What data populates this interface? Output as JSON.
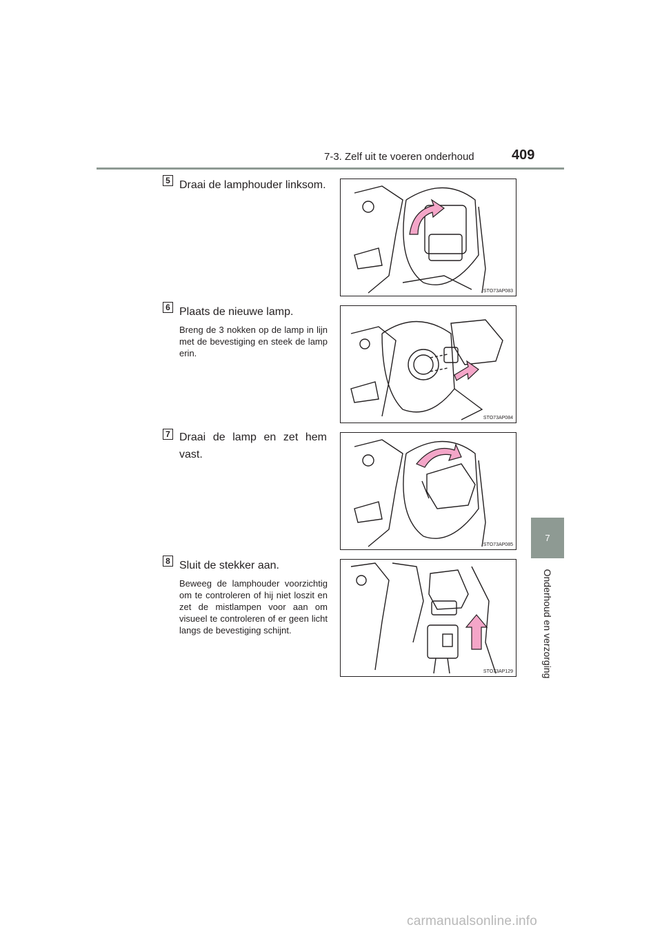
{
  "header": {
    "section": "7-3. Zelf uit te voeren onderhoud",
    "page_number": "409"
  },
  "side_tab": {
    "chapter": "7",
    "chapter_title": "Onderhoud en verzorging"
  },
  "steps": [
    {
      "number": "5",
      "title": "Draai de lamphouder linksom.",
      "body": "",
      "figure_code": "STO73AP083"
    },
    {
      "number": "6",
      "title": "Plaats de nieuwe lamp.",
      "body": "Breng de 3 nokken op de lamp in lijn met de bevestiging en steek de lamp erin.",
      "figure_code": "STO73AP084"
    },
    {
      "number": "7",
      "title": "Draai de lamp en zet hem vast.",
      "body": "",
      "figure_code": "STO73AP085"
    },
    {
      "number": "8",
      "title": "Sluit de stekker aan.",
      "body": "Beweeg de lamphouder voorzichtig om te controleren of hij niet loszit en zet de mistlampen voor aan om visueel te controleren of er geen licht langs de bevestiging schijnt.",
      "figure_code": "STO73AP129"
    }
  ],
  "colors": {
    "accent_gray": "#8e9a93",
    "arrow_pink": "#f4a6c8",
    "text": "#231f20"
  },
  "watermark": "carmanualsonline.info"
}
